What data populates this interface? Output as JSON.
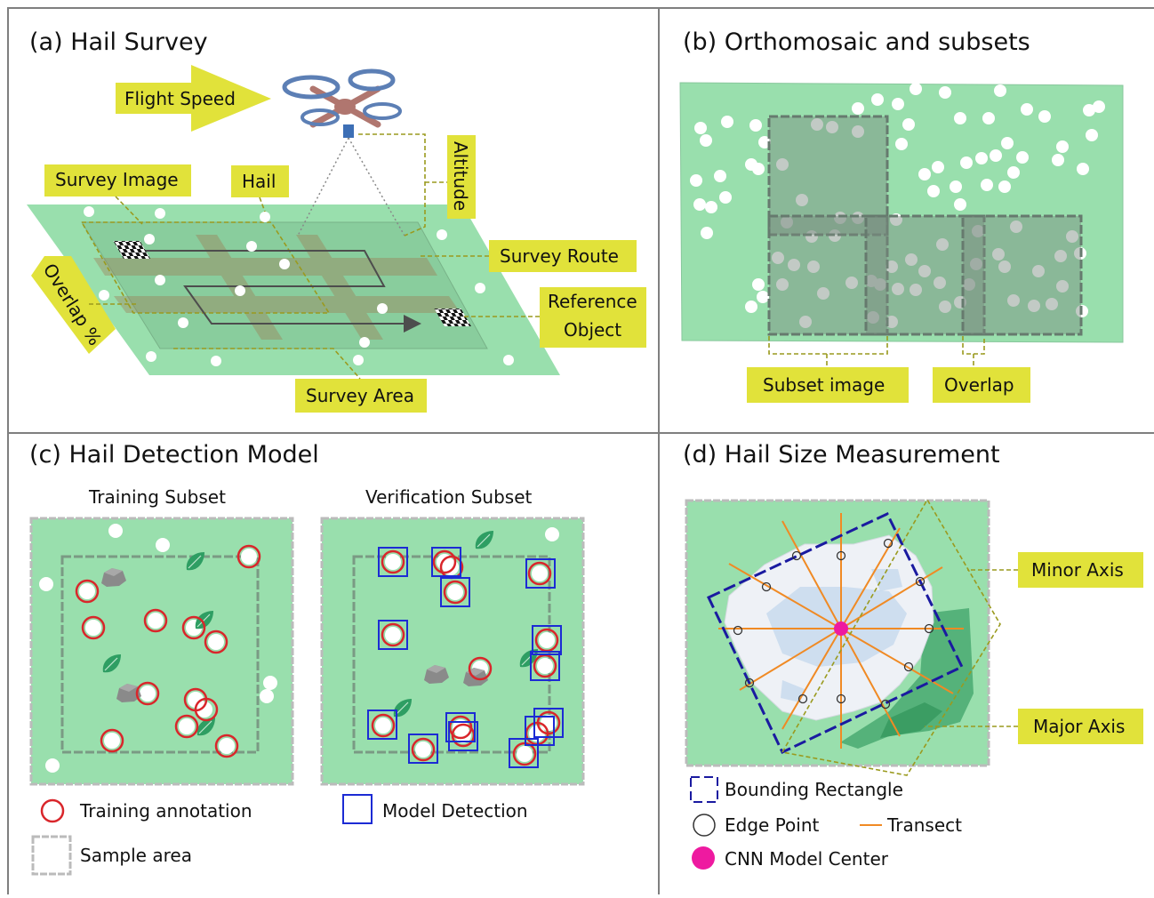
{
  "panels": {
    "a": {
      "title": "(a) Hail Survey",
      "labels": {
        "flight_speed": "Flight Speed",
        "survey_image": "Survey Image",
        "hail": "Hail",
        "altitude": "Altitude",
        "overlap": "Overlap %",
        "survey_route": "Survey Route",
        "reference_object_1": "Reference",
        "reference_object_2": "Object",
        "survey_area": "Survey Area"
      }
    },
    "b": {
      "title": "(b) Orthomosaic and subsets",
      "labels": {
        "subset_image": "Subset image",
        "overlap": "Overlap"
      }
    },
    "c": {
      "title": "(c) Hail Detection Model",
      "training_subset": "Training Subset",
      "verification_subset": "Verification Subset",
      "legend": {
        "training_annotation": "Training annotation",
        "sample_area": "Sample area",
        "model_detection": "Model Detection"
      }
    },
    "d": {
      "title": "(d) Hail Size Measurement",
      "labels": {
        "minor_axis": "Minor Axis",
        "major_axis": "Major Axis"
      },
      "legend": {
        "bounding_rectangle": "Bounding Rectangle",
        "edge_point": "Edge Point",
        "transect": "Transect",
        "cnn_model_center": "CNN Model Center"
      }
    }
  },
  "colors": {
    "ground": "#99dfad",
    "label_fill": "#e1e23a",
    "leader": "#9a9a1e",
    "annotation": "#d9262b",
    "detection": "#1c2bd4",
    "bounding_rect": "#1a1aa0",
    "transect": "#f08a24",
    "center": "#ee1aa0",
    "drone": "#b0766f",
    "rotor": "#5c7fb5"
  }
}
